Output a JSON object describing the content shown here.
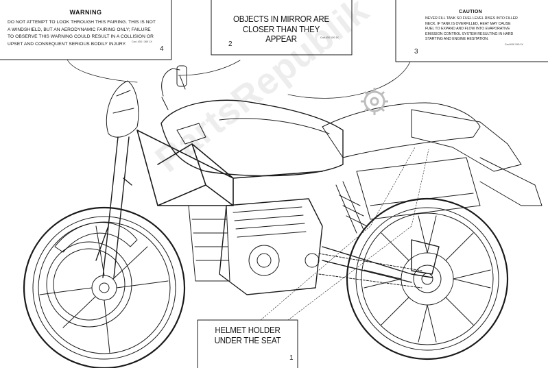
{
  "warning_label": {
    "title": "WARNING",
    "lines": [
      "DO NOT ATTEMPT TO LOOK THROUGH THIS FAIRING. THIS IS NOT",
      "A WINDSHIELD, BUT AN AERODYNAMIC FAIRING ONLY; FAILURE",
      "TO OBSERVE THIS WARNING COULD RESULT IN A COLLISION OR",
      "UPSET AND CONSEQUENT SERIOUS BODILY INJURY."
    ],
    "code": "Cod. 43X / 16X 1X",
    "number": "4"
  },
  "mirror_label": {
    "lines": [
      "OBJECTS IN MIRROR ARE",
      "CLOSER THAN THEY APPEAR"
    ],
    "code": "Cod.43X.1X0.1X",
    "number": "2"
  },
  "caution_label": {
    "title": "CAUTION",
    "lines": [
      "NEVER FILL TANK SO FUEL LEVEL RISES INTO FILLER",
      "NECK. IF TANK IS OVERFILLED, HEAT MAY CAUSE",
      "FUEL TO EXPAND AND FLOW INTO EVAPORATIVE",
      "EMISSION CONTROL SYSTEM RESULTING IN HARD",
      "STARTING AND ENGINE HESITATION."
    ],
    "code": "Cod.43X.1X0.1X",
    "number": "3"
  },
  "helmet_label": {
    "lines": [
      "HELMET HOLDER",
      "UNDER THE SEAT"
    ],
    "number": "1"
  },
  "watermark": "PartsRepublik",
  "colors": {
    "line": "#1a1a1a",
    "background": "#ffffff",
    "watermark": "#e6e6e6"
  }
}
